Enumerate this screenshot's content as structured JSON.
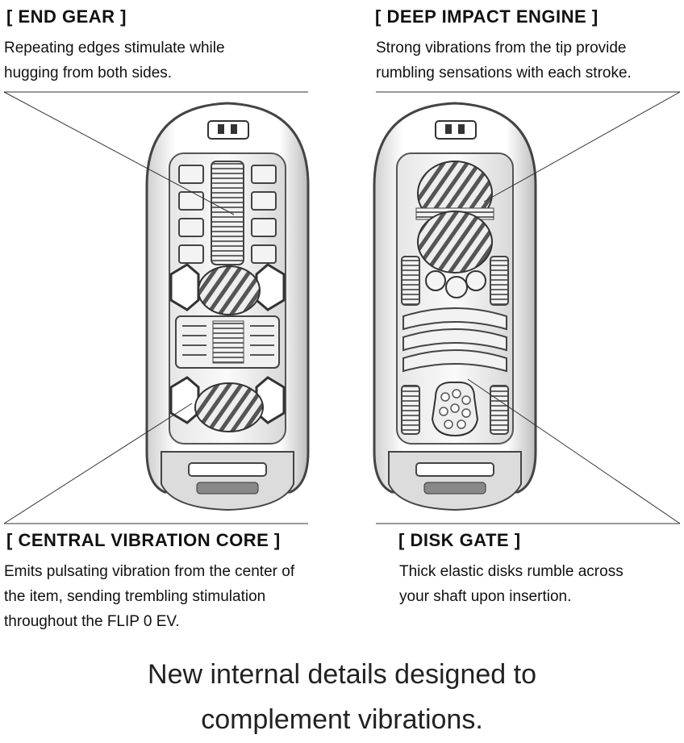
{
  "features": [
    {
      "id": "end-gear",
      "heading": "[ END GEAR ]",
      "lines": [
        "Repeating edges stimulate while",
        "hugging from both sides."
      ]
    },
    {
      "id": "deep-impact-engine",
      "heading": "[ DEEP IMPACT ENGINE ]",
      "lines": [
        "Strong vibrations from the tip provide",
        "rumbling sensations with each stroke."
      ]
    },
    {
      "id": "central-vibration-core",
      "heading": "[ CENTRAL VIBRATION CORE ]",
      "lines": [
        "Emits pulsating vibration from the center of",
        "the item, sending trembling stimulation",
        "throughout the FLIP 0 EV."
      ]
    },
    {
      "id": "disk-gate",
      "heading": "[ DISK GATE ]",
      "lines": [
        "Thick elastic disks rumble across",
        "your shaft upon insertion."
      ]
    }
  ],
  "tagline": {
    "line1": "New internal details designed to",
    "line2": "complement vibrations."
  },
  "colors": {
    "text": "#111111",
    "line": "#333333",
    "casing": "#f4f4f4",
    "shadow": "#555555"
  }
}
